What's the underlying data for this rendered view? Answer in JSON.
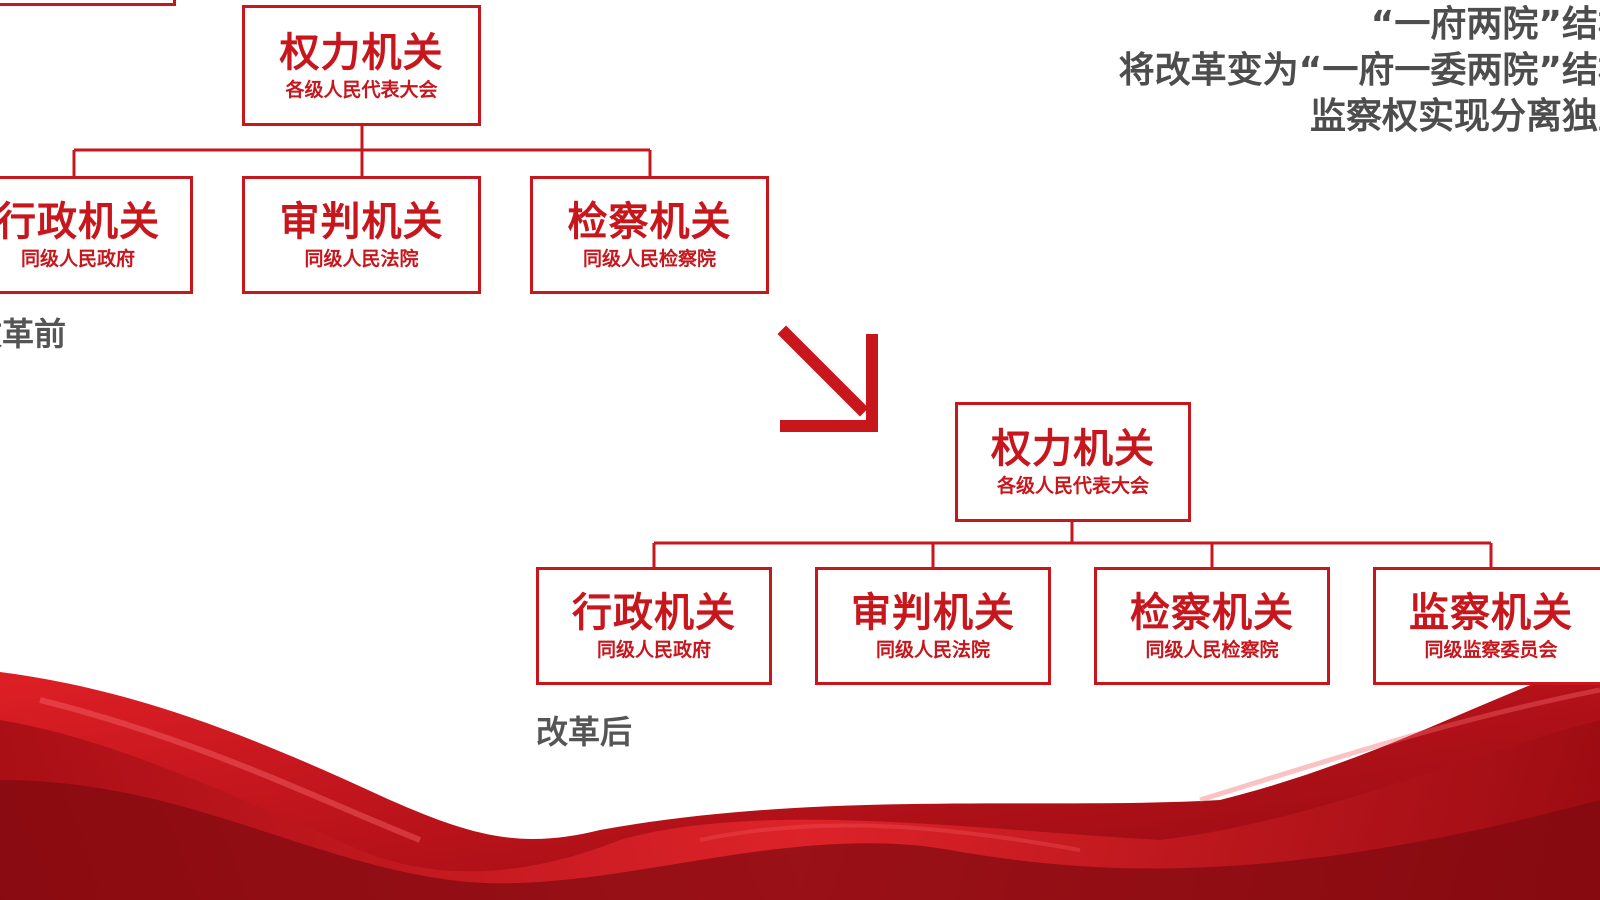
{
  "headline": {
    "lines": [
      "“一府两院”结构",
      "将改革变为“一府一委两院”结构",
      "监察权实现分离独立"
    ]
  },
  "before": {
    "caption": "改革前",
    "root": {
      "title": "权力机关",
      "subtitle": "各级人民代表大会"
    },
    "children": [
      {
        "title": "行政机关",
        "subtitle": "同级人民政府"
      },
      {
        "title": "审判机关",
        "subtitle": "同级人民法院"
      },
      {
        "title": "检察机关",
        "subtitle": "同级人民检察院"
      }
    ]
  },
  "after": {
    "caption": "改革后",
    "root": {
      "title": "权力机关",
      "subtitle": "各级人民代表大会"
    },
    "children": [
      {
        "title": "行政机关",
        "subtitle": "同级人民政府"
      },
      {
        "title": "审判机关",
        "subtitle": "同级人民法院"
      },
      {
        "title": "检察机关",
        "subtitle": "同级人民检察院"
      },
      {
        "title": "监察机关",
        "subtitle": "同级监察委员会"
      }
    ]
  },
  "colors": {
    "accent_red": "#c8161d",
    "heading_gray": "#4d4d4d",
    "caption_gray": "#555555"
  },
  "icons": {
    "transition_arrow": "arrow-down-right-icon",
    "background": "red-silk-ribbon"
  }
}
